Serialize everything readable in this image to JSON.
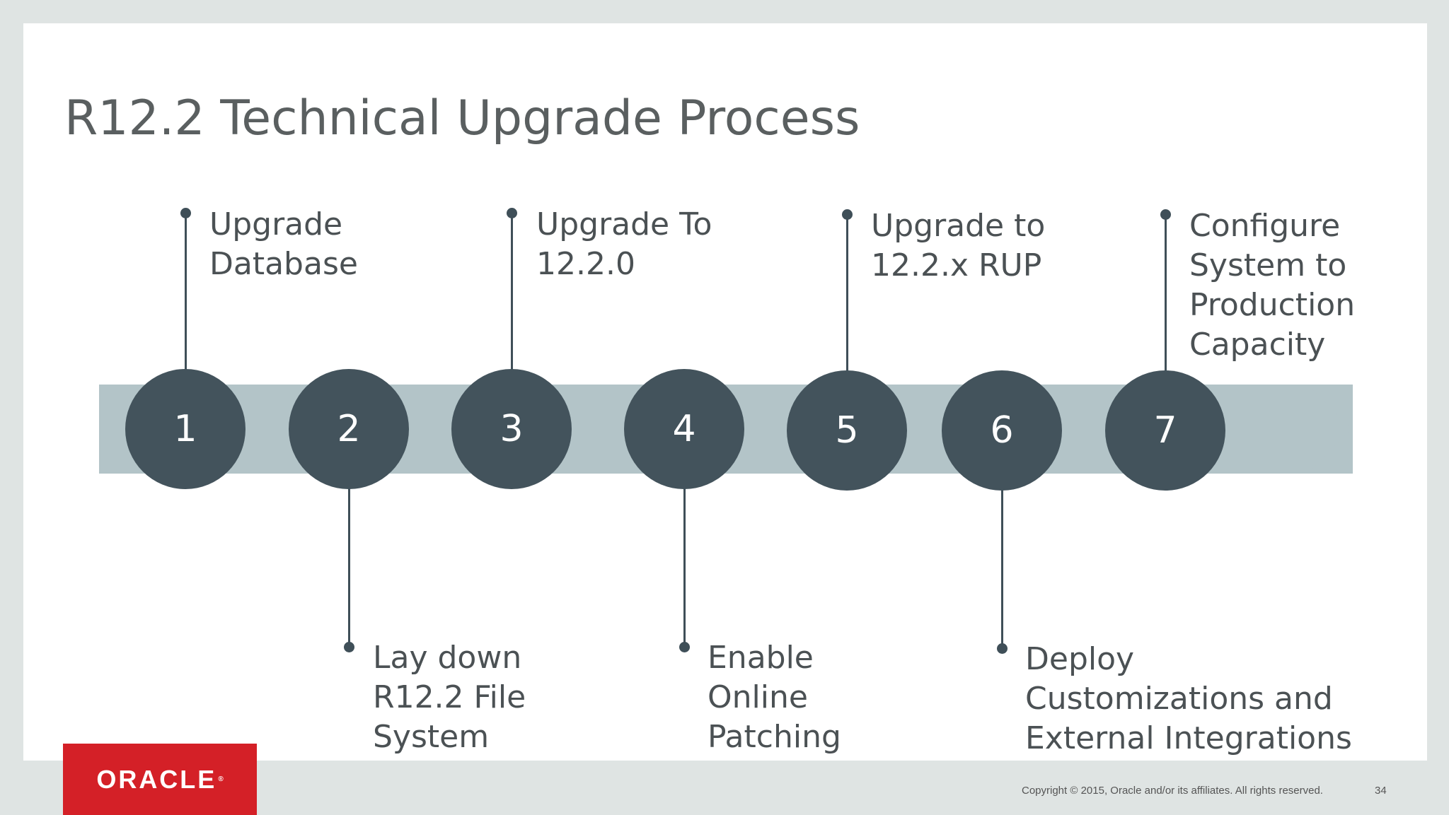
{
  "slide": {
    "title": "R12.2 Technical Upgrade Process",
    "steps": [
      {
        "number": "1",
        "lines": [
          "Upgrade",
          "Database"
        ]
      },
      {
        "number": "2",
        "lines": [
          "Lay down",
          "R12.2 File",
          "System"
        ]
      },
      {
        "number": "3",
        "lines": [
          "Upgrade To",
          "12.2.0"
        ]
      },
      {
        "number": "4",
        "lines": [
          "Enable",
          "Online",
          "Patching"
        ]
      },
      {
        "number": "5",
        "lines": [
          "Upgrade to",
          "12.2.x RUP"
        ]
      },
      {
        "number": "6",
        "lines": [
          "Deploy",
          "Customizations and",
          "External Integrations"
        ]
      },
      {
        "number": "7",
        "lines": [
          "Configure",
          "System to",
          "Production",
          "Capacity"
        ]
      }
    ]
  },
  "footer": {
    "logo_text": "ORACLE",
    "copyright": "Copyright © 2015, Oracle and/or its affiliates. All rights reserved.",
    "page_number": "34"
  },
  "colors": {
    "band": "#b3c4c8",
    "circle": "#43535c",
    "logo": "#d42027"
  }
}
